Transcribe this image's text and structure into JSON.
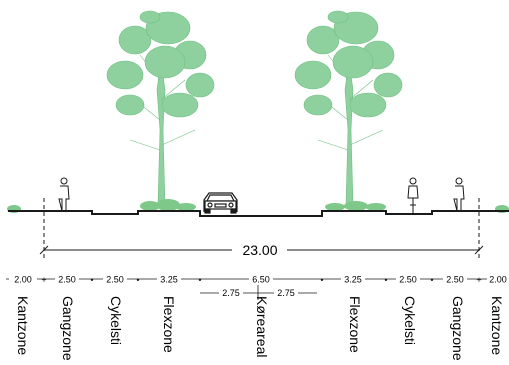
{
  "section": {
    "total_width": "23.00",
    "segments": [
      {
        "key": "kant_l",
        "width": "2.00",
        "label": "Kantzone"
      },
      {
        "key": "gang_l",
        "width": "2.50",
        "label": "Gangzone"
      },
      {
        "key": "cykel_l",
        "width": "2.50",
        "label": "Cykelsti"
      },
      {
        "key": "flex_l",
        "width": "3.25",
        "label": "Flexzone"
      },
      {
        "key": "koer",
        "width": "6.50",
        "label": "Køreareal"
      },
      {
        "key": "flex_r",
        "width": "3.25",
        "label": "Flexzone"
      },
      {
        "key": "cykel_r",
        "width": "2.50",
        "label": "Cykelsti"
      },
      {
        "key": "gang_r",
        "width": "2.50",
        "label": "Gangzone"
      },
      {
        "key": "kant_r",
        "width": "2.00",
        "label": "Kantzone"
      }
    ],
    "lanes": [
      "2.75",
      "2.75"
    ]
  },
  "colors": {
    "tree": "#8fd19e",
    "shrub": "#7ec98a",
    "line": "#1a1a1a"
  },
  "icons": [
    "tree-icon",
    "pedestrian-icon",
    "car-icon",
    "cyclist-icon",
    "shrub-icon"
  ]
}
